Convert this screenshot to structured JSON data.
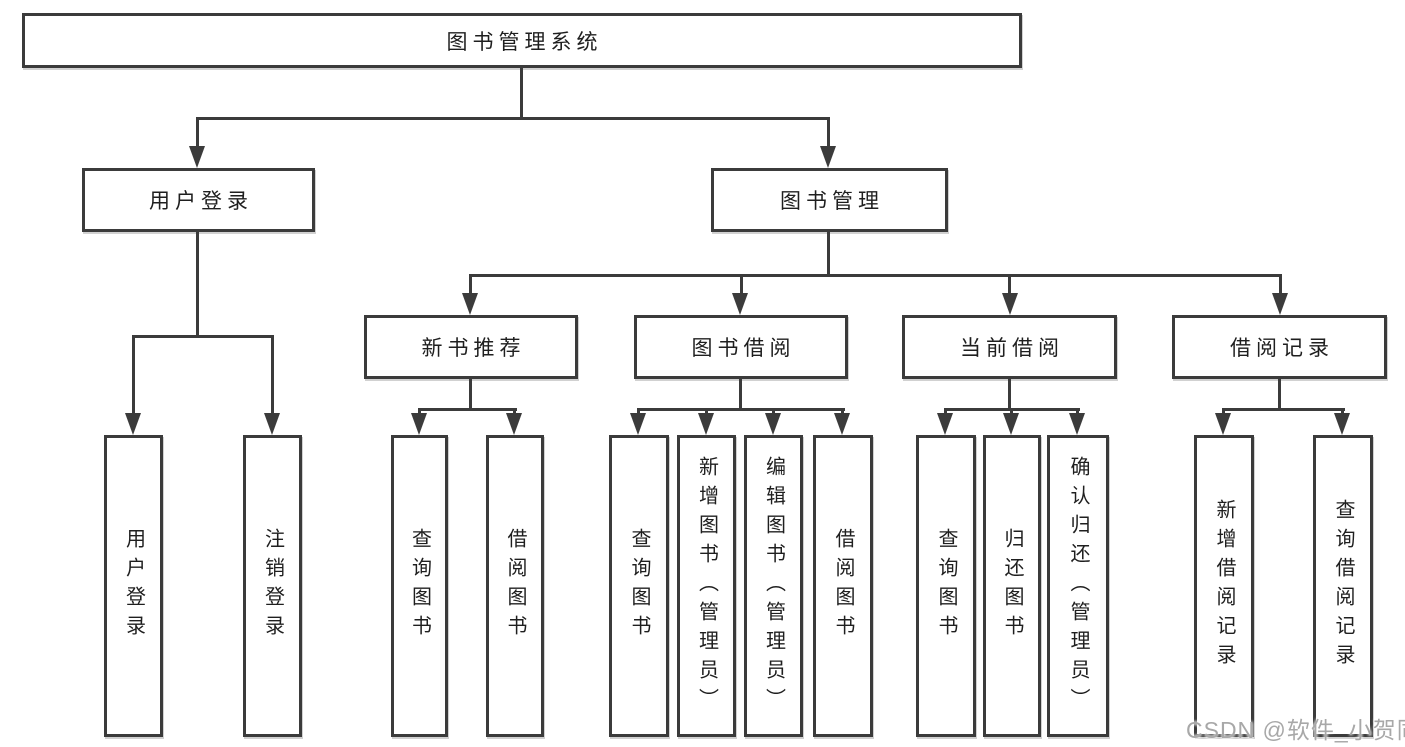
{
  "nodes": {
    "root": "图书管理系统",
    "user_login": "用户登录",
    "book_mgmt": "图书管理",
    "new_book_rec": "新书推荐",
    "book_borrow": "图书借阅",
    "current_borrow": "当前借阅",
    "borrow_records": "借阅记录",
    "leaf_user_login": "用户登录",
    "leaf_logout": "注销登录",
    "leaf_query_books_rec": "查询图书",
    "leaf_borrow_books_rec": "借阅图书",
    "leaf_query_books_borrow": "查询图书",
    "leaf_add_book_admin": "新增图书（管理员）",
    "leaf_edit_book_admin": "编辑图书（管理员）",
    "leaf_borrow_books_borrow": "借阅图书",
    "leaf_query_books_current": "查询图书",
    "leaf_return_book": "归还图书",
    "leaf_confirm_return_admin": "确认归还（管理员）",
    "leaf_add_borrow_record": "新增借阅记录",
    "leaf_query_borrow_record": "查询借阅记录"
  },
  "watermark": "CSDN @软件_小贺同学",
  "colors": {
    "line": "#3b3b3b",
    "text": "#1f1f1f",
    "watermark": "#a8a8a8",
    "background": "#ffffff"
  }
}
